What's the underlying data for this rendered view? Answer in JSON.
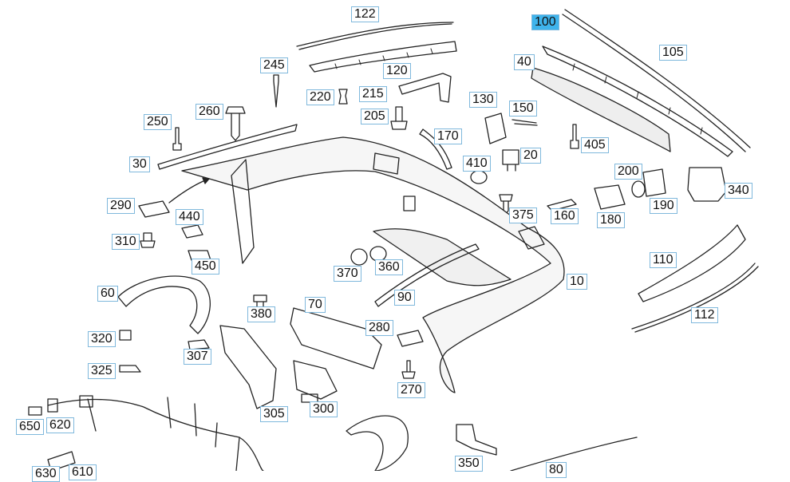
{
  "callouts": {
    "c122": "122",
    "c100": "100",
    "c105": "105",
    "c40": "40",
    "c120": "120",
    "c245": "245",
    "c220": "220",
    "c215": "215",
    "c205": "205",
    "c130": "130",
    "c150": "150",
    "c250": "250",
    "c260": "260",
    "c170": "170",
    "c405": "405",
    "c30": "30",
    "c410": "410",
    "c20": "20",
    "c200": "200",
    "c340": "340",
    "c290": "290",
    "c440": "440",
    "c375": "375",
    "c160": "160",
    "c180": "180",
    "c190": "190",
    "c310": "310",
    "c450": "450",
    "c370": "370",
    "c360": "360",
    "c110": "110",
    "c10": "10",
    "c60": "60",
    "c90": "90",
    "c70": "70",
    "c380": "380",
    "c112": "112",
    "c320": "320",
    "c280": "280",
    "c307": "307",
    "c325": "325",
    "c270": "270",
    "c305": "305",
    "c300": "300",
    "c650": "650",
    "c620": "620",
    "c350": "350",
    "c80": "80",
    "c630": "630",
    "c610": "610"
  },
  "selected_callout": "100",
  "colors": {
    "line": "#222222",
    "callout_border": "#7fb8dc",
    "selected": "#3fb4ec"
  }
}
